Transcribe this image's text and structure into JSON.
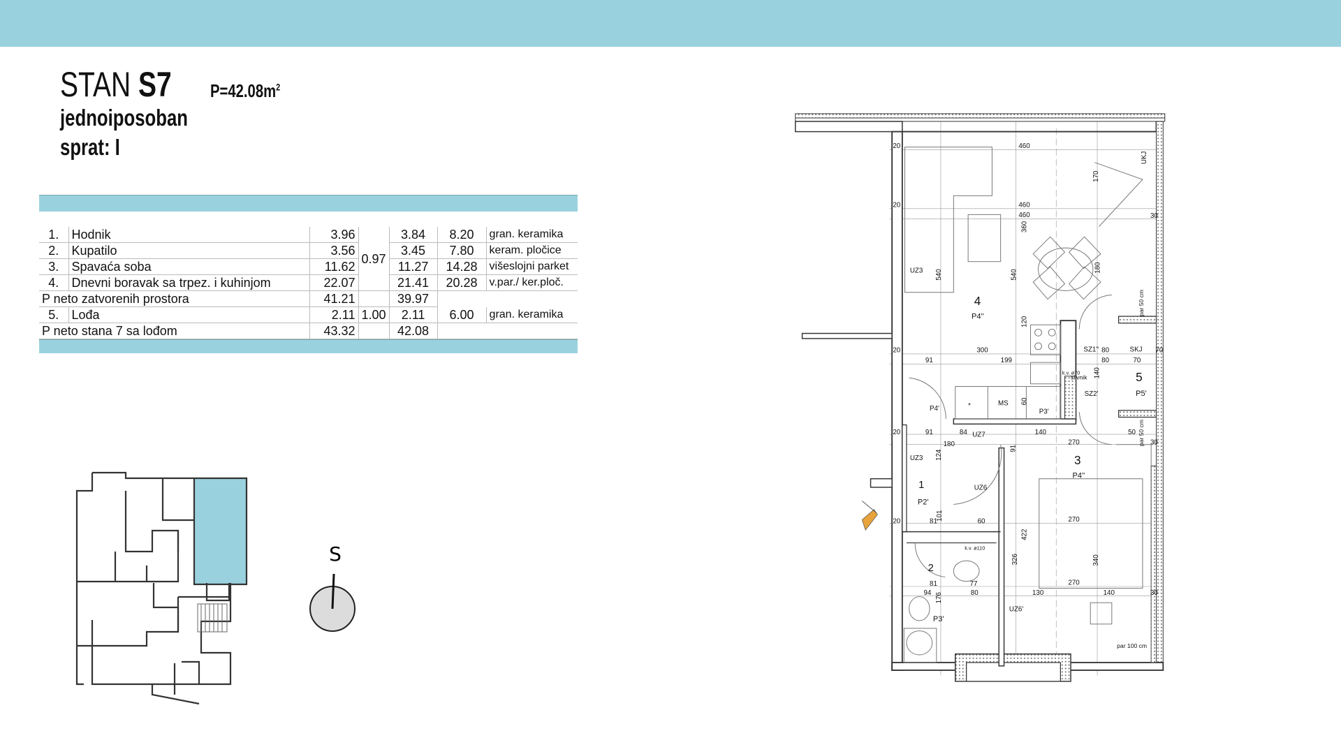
{
  "header": {
    "title_prefix": "STAN",
    "title_unit": "S7",
    "area": "P=42.08m",
    "area_unit_sup": "2",
    "type": "jednoiposoban",
    "floor": "sprat: I"
  },
  "colors": {
    "accent": "#9ad1de",
    "marker": "#e8a33a",
    "compass": "#dcdcdc"
  },
  "table": {
    "rows": [
      {
        "no": "1.",
        "name": "Hodnik",
        "area": "3.96",
        "area2": "3.84",
        "perimeter": "8.20",
        "floor": "gran. keramika"
      },
      {
        "no": "2.",
        "name": "Kupatilo",
        "area": "3.56",
        "area2": "3.45",
        "perimeter": "7.80",
        "floor": "keram. pločice"
      },
      {
        "no": "3.",
        "name": "Spavaća soba",
        "area": "11.62",
        "area2": "11.27",
        "perimeter": "14.28",
        "floor": "višeslojni parket"
      },
      {
        "no": "4.",
        "name": "Dnevni boravak sa trpez. i kuhinjom",
        "area": "22.07",
        "area2": "21.41",
        "perimeter": "20.28",
        "floor": "v.par./ ker.ploč."
      }
    ],
    "coef_closed": "0.97",
    "subtotal_closed": {
      "label": "P neto zatvorenih prostora",
      "area": "41.21",
      "area2": "39.97"
    },
    "loggia": {
      "no": "5.",
      "name": "Lođa",
      "area": "2.11",
      "coef": "1.00",
      "area2": "2.11",
      "perimeter": "6.00",
      "floor": "gran. keramika"
    },
    "total": {
      "label": "P neto stana 7 sa lođom",
      "area": "43.32",
      "area2": "42.08"
    }
  },
  "compass": {
    "label": "S"
  },
  "plan": {
    "rooms": [
      {
        "no": "4",
        "floor": "P4''"
      },
      {
        "no": "3",
        "floor": "P4''"
      },
      {
        "no": "1",
        "floor": "P2'"
      },
      {
        "no": "2",
        "floor": "P3'"
      },
      {
        "no": "5",
        "floor": "P5'"
      }
    ],
    "labels": {
      "p4_hall": "P4'",
      "p3_kitchen": "P3'",
      "uz3_a": "UZ3",
      "uz3_b": "UZ3",
      "uz7": "UZ7",
      "uz6": "UZ6",
      "uz6p": "UZ6'",
      "sz1": "SZ1''",
      "sz2": "SZ2'",
      "skj": "SKJ",
      "ukj": "UKJ",
      "ms": "MS",
      "star": "*",
      "kv70": "k.v. ø70",
      "slivnik": "slivnik",
      "kv110": "k.v. ø110",
      "par50a": "par 50 cm",
      "par50b": "par 50 cm",
      "par100": "par 100 cm"
    },
    "dimensions": [
      "460",
      "460",
      "460",
      "300",
      "199",
      "91",
      "540",
      "540",
      "360",
      "170",
      "180",
      "180",
      "91",
      "84",
      "140",
      "270",
      "270",
      "270",
      "60",
      "81",
      "81",
      "77",
      "94",
      "80",
      "130",
      "140",
      "422",
      "326",
      "340",
      "124",
      "101",
      "176",
      "120",
      "60",
      "91",
      "80",
      "80",
      "70",
      "70",
      "50",
      "140",
      "20",
      "20",
      "20",
      "20",
      "20",
      "30",
      "30",
      "30"
    ]
  }
}
